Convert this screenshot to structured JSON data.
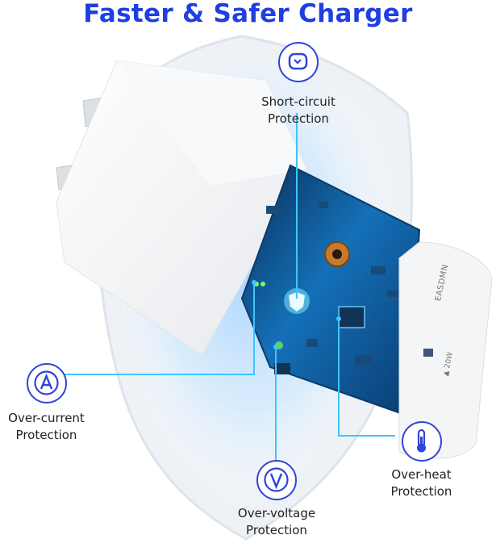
{
  "title": "Faster & Safer Charger",
  "features": [
    {
      "id": "short",
      "label_line1": "Short-circuit",
      "label_line2": "Protection",
      "icon": "short-circuit-icon"
    },
    {
      "id": "current",
      "label_line1": "Over-current",
      "label_line2": "Protection",
      "icon": "current-a-icon"
    },
    {
      "id": "voltage",
      "label_line1": "Over-voltage",
      "label_line2": "Protection",
      "icon": "voltage-v-icon"
    },
    {
      "id": "heat",
      "label_line1": "Over-heat",
      "label_line2": "Protection",
      "icon": "thermometer-icon"
    }
  ],
  "charger": {
    "brand": "EASDMN",
    "rating": "▲ 20W"
  },
  "colors": {
    "accent": "#2f45d8",
    "title": "#1f3fe0",
    "board": "#0e4d8c",
    "shield": "#e9edf3"
  }
}
